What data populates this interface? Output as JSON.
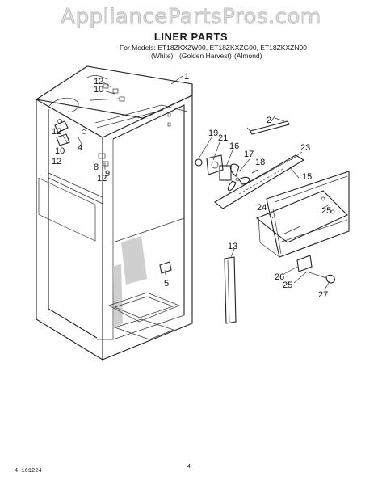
{
  "watermark": "AppliancePartsPros.com",
  "header": {
    "title": "LINER PARTS",
    "models": "For Models: ET18ZKXZW00, ET18ZKXZG00, ET18ZKXZN00",
    "colors": [
      "(White)",
      "(Golden Harvest)",
      "(Almond)"
    ]
  },
  "callouts": [
    "1",
    "2",
    "4",
    "5",
    "8",
    "9",
    "10",
    "12",
    "13",
    "15",
    "16",
    "17",
    "18",
    "19",
    "21",
    "23",
    "24",
    "25",
    "26",
    "27"
  ],
  "footer": {
    "code": "4 161224",
    "page": "4"
  }
}
